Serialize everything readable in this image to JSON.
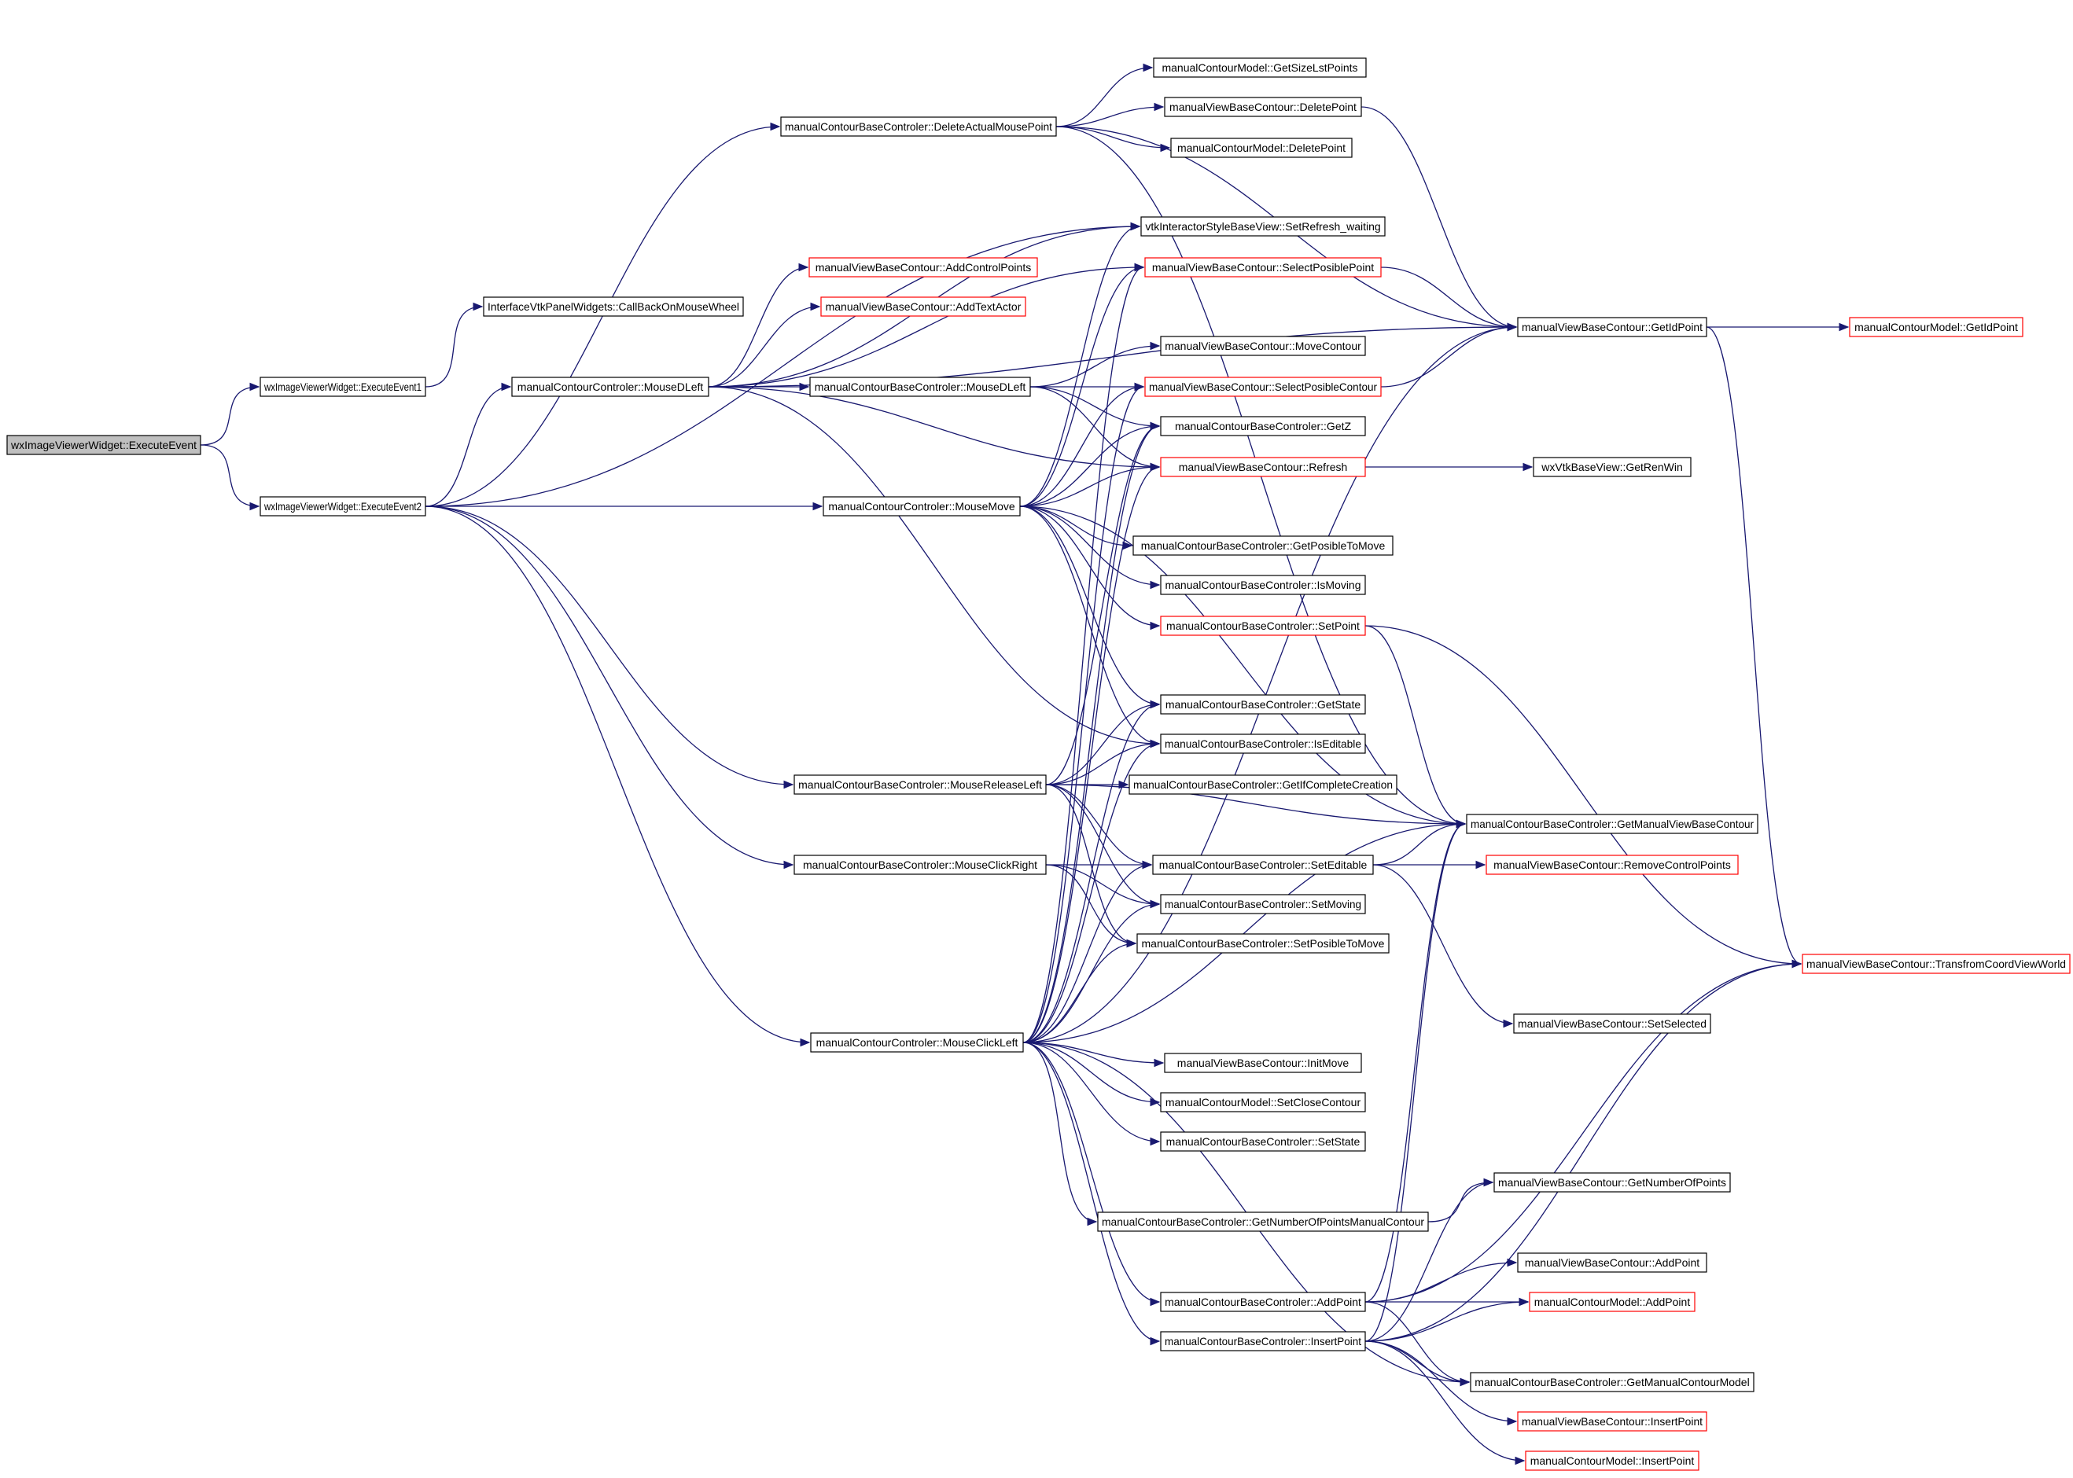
{
  "colors": {
    "edge": "#191970",
    "node_border": "#000000",
    "node_border_partial": "#ff0000",
    "root_fill": "#bfbfbf",
    "background": "#ffffff"
  },
  "nodes": [
    {
      "id": "n0",
      "label": "wxImageViewerWidget::ExecuteEvent",
      "style": "root"
    },
    {
      "id": "n1",
      "label": "wxImageViewerWidget::ExecuteEvent1",
      "style": "normal"
    },
    {
      "id": "n2",
      "label": "wxImageViewerWidget::ExecuteEvent2",
      "style": "normal"
    },
    {
      "id": "n3",
      "label": "InterfaceVtkPanelWidgets::CallBackOnMouseWheel",
      "style": "normal"
    },
    {
      "id": "n4",
      "label": "manualContourBaseControler::DeleteActualMousePoint",
      "style": "normal"
    },
    {
      "id": "n5",
      "label": "manualContourControler::MouseDLeft",
      "style": "normal"
    },
    {
      "id": "n6",
      "label": "manualContourControler::MouseMove",
      "style": "normal"
    },
    {
      "id": "n7",
      "label": "manualContourBaseControler::MouseReleaseLeft",
      "style": "normal"
    },
    {
      "id": "n8",
      "label": "manualContourBaseControler::MouseClickRight",
      "style": "normal"
    },
    {
      "id": "n9",
      "label": "manualContourControler::MouseClickLeft",
      "style": "normal"
    },
    {
      "id": "n10",
      "label": "manualViewBaseContour::AddControlPoints",
      "style": "partial"
    },
    {
      "id": "n11",
      "label": "manualViewBaseContour::AddTextActor",
      "style": "partial"
    },
    {
      "id": "n12",
      "label": "manualContourBaseControler::MouseDLeft",
      "style": "normal"
    },
    {
      "id": "n13",
      "label": "manualContourModel::GetSizeLstPoints",
      "style": "normal"
    },
    {
      "id": "n14",
      "label": "manualViewBaseContour::DeletePoint",
      "style": "normal"
    },
    {
      "id": "n15",
      "label": "manualContourModel::DeletePoint",
      "style": "normal"
    },
    {
      "id": "n16",
      "label": "vtkInteractorStyleBaseView::SetRefresh_waiting",
      "style": "normal"
    },
    {
      "id": "n17",
      "label": "manualViewBaseContour::SelectPosiblePoint",
      "style": "partial"
    },
    {
      "id": "n18",
      "label": "manualViewBaseContour::MoveContour",
      "style": "normal"
    },
    {
      "id": "n19",
      "label": "manualViewBaseContour::SelectPosibleContour",
      "style": "partial"
    },
    {
      "id": "n20",
      "label": "manualContourBaseControler::GetZ",
      "style": "normal"
    },
    {
      "id": "n21",
      "label": "manualViewBaseContour::Refresh",
      "style": "partial"
    },
    {
      "id": "n22",
      "label": "manualContourBaseControler::GetPosibleToMove",
      "style": "normal"
    },
    {
      "id": "n23",
      "label": "manualContourBaseControler::IsMoving",
      "style": "normal"
    },
    {
      "id": "n24",
      "label": "manualContourBaseControler::SetPoint",
      "style": "partial"
    },
    {
      "id": "n25",
      "label": "manualContourBaseControler::GetState",
      "style": "normal"
    },
    {
      "id": "n26",
      "label": "manualContourBaseControler::IsEditable",
      "style": "normal"
    },
    {
      "id": "n27",
      "label": "manualContourBaseControler::GetIfCompleteCreation",
      "style": "normal"
    },
    {
      "id": "n28",
      "label": "manualContourBaseControler::SetEditable",
      "style": "normal"
    },
    {
      "id": "n29",
      "label": "manualContourBaseControler::SetMoving",
      "style": "normal"
    },
    {
      "id": "n30",
      "label": "manualContourBaseControler::SetPosibleToMove",
      "style": "normal"
    },
    {
      "id": "n31",
      "label": "manualViewBaseContour::InitMove",
      "style": "normal"
    },
    {
      "id": "n32",
      "label": "manualContourModel::SetCloseContour",
      "style": "normal"
    },
    {
      "id": "n33",
      "label": "manualContourBaseControler::SetState",
      "style": "normal"
    },
    {
      "id": "n34",
      "label": "manualContourBaseControler::GetNumberOfPointsManualContour",
      "style": "normal"
    },
    {
      "id": "n35",
      "label": "manualContourBaseControler::AddPoint",
      "style": "normal"
    },
    {
      "id": "n36",
      "label": "manualContourBaseControler::InsertPoint",
      "style": "normal"
    },
    {
      "id": "n37",
      "label": "manualViewBaseContour::GetIdPoint",
      "style": "normal"
    },
    {
      "id": "n38",
      "label": "wxVtkBaseView::GetRenWin",
      "style": "normal"
    },
    {
      "id": "n39",
      "label": "manualContourBaseControler::GetManualViewBaseContour",
      "style": "normal"
    },
    {
      "id": "n40",
      "label": "manualViewBaseContour::RemoveControlPoints",
      "style": "partial"
    },
    {
      "id": "n41",
      "label": "manualViewBaseContour::SetSelected",
      "style": "normal"
    },
    {
      "id": "n42",
      "label": "manualViewBaseContour::GetNumberOfPoints",
      "style": "normal"
    },
    {
      "id": "n43",
      "label": "manualViewBaseContour::AddPoint",
      "style": "normal"
    },
    {
      "id": "n44",
      "label": "manualContourModel::AddPoint",
      "style": "partial"
    },
    {
      "id": "n45",
      "label": "manualContourBaseControler::GetManualContourModel",
      "style": "normal"
    },
    {
      "id": "n46",
      "label": "manualViewBaseContour::InsertPoint",
      "style": "partial"
    },
    {
      "id": "n47",
      "label": "manualContourModel::InsertPoint",
      "style": "partial"
    },
    {
      "id": "n48",
      "label": "manualContourModel::GetIdPoint",
      "style": "partial"
    },
    {
      "id": "n49",
      "label": "manualViewBaseContour::TransfromCoordViewWorld",
      "style": "partial"
    }
  ],
  "edges": [
    [
      "n0",
      "n1"
    ],
    [
      "n0",
      "n2"
    ],
    [
      "n1",
      "n3"
    ],
    [
      "n2",
      "n4"
    ],
    [
      "n2",
      "n5"
    ],
    [
      "n2",
      "n6"
    ],
    [
      "n2",
      "n7"
    ],
    [
      "n2",
      "n8"
    ],
    [
      "n2",
      "n9"
    ],
    [
      "n2",
      "n16"
    ],
    [
      "n4",
      "n13"
    ],
    [
      "n4",
      "n14"
    ],
    [
      "n4",
      "n15"
    ],
    [
      "n4",
      "n37"
    ],
    [
      "n4",
      "n39"
    ],
    [
      "n5",
      "n10"
    ],
    [
      "n5",
      "n11"
    ],
    [
      "n5",
      "n12"
    ],
    [
      "n5",
      "n16"
    ],
    [
      "n5",
      "n17"
    ],
    [
      "n5",
      "n21"
    ],
    [
      "n5",
      "n26"
    ],
    [
      "n5",
      "n37"
    ],
    [
      "n12",
      "n18"
    ],
    [
      "n12",
      "n19"
    ],
    [
      "n12",
      "n20"
    ],
    [
      "n12",
      "n21"
    ],
    [
      "n6",
      "n16"
    ],
    [
      "n6",
      "n17"
    ],
    [
      "n6",
      "n19"
    ],
    [
      "n6",
      "n20"
    ],
    [
      "n6",
      "n21"
    ],
    [
      "n6",
      "n22"
    ],
    [
      "n6",
      "n23"
    ],
    [
      "n6",
      "n24"
    ],
    [
      "n6",
      "n25"
    ],
    [
      "n6",
      "n26"
    ],
    [
      "n6",
      "n39"
    ],
    [
      "n7",
      "n20"
    ],
    [
      "n7",
      "n25"
    ],
    [
      "n7",
      "n26"
    ],
    [
      "n7",
      "n27"
    ],
    [
      "n7",
      "n28"
    ],
    [
      "n7",
      "n29"
    ],
    [
      "n7",
      "n30"
    ],
    [
      "n7",
      "n39"
    ],
    [
      "n8",
      "n28"
    ],
    [
      "n8",
      "n29"
    ],
    [
      "n8",
      "n30"
    ],
    [
      "n9",
      "n17"
    ],
    [
      "n9",
      "n19"
    ],
    [
      "n9",
      "n20"
    ],
    [
      "n9",
      "n21"
    ],
    [
      "n9",
      "n25"
    ],
    [
      "n9",
      "n26"
    ],
    [
      "n9",
      "n28"
    ],
    [
      "n9",
      "n29"
    ],
    [
      "n9",
      "n30"
    ],
    [
      "n9",
      "n31"
    ],
    [
      "n9",
      "n32"
    ],
    [
      "n9",
      "n33"
    ],
    [
      "n9",
      "n34"
    ],
    [
      "n9",
      "n35"
    ],
    [
      "n9",
      "n36"
    ],
    [
      "n9",
      "n37"
    ],
    [
      "n9",
      "n39"
    ],
    [
      "n9",
      "n45"
    ],
    [
      "n14",
      "n37"
    ],
    [
      "n17",
      "n37"
    ],
    [
      "n19",
      "n37"
    ],
    [
      "n21",
      "n38"
    ],
    [
      "n24",
      "n39"
    ],
    [
      "n24",
      "n49"
    ],
    [
      "n28",
      "n39"
    ],
    [
      "n28",
      "n40"
    ],
    [
      "n28",
      "n41"
    ],
    [
      "n34",
      "n42"
    ],
    [
      "n35",
      "n39"
    ],
    [
      "n35",
      "n43"
    ],
    [
      "n35",
      "n44"
    ],
    [
      "n35",
      "n45"
    ],
    [
      "n35",
      "n49"
    ],
    [
      "n36",
      "n39"
    ],
    [
      "n36",
      "n42"
    ],
    [
      "n36",
      "n44"
    ],
    [
      "n36",
      "n45"
    ],
    [
      "n36",
      "n46"
    ],
    [
      "n36",
      "n47"
    ],
    [
      "n36",
      "n49"
    ],
    [
      "n37",
      "n48"
    ],
    [
      "n37",
      "n49"
    ]
  ]
}
